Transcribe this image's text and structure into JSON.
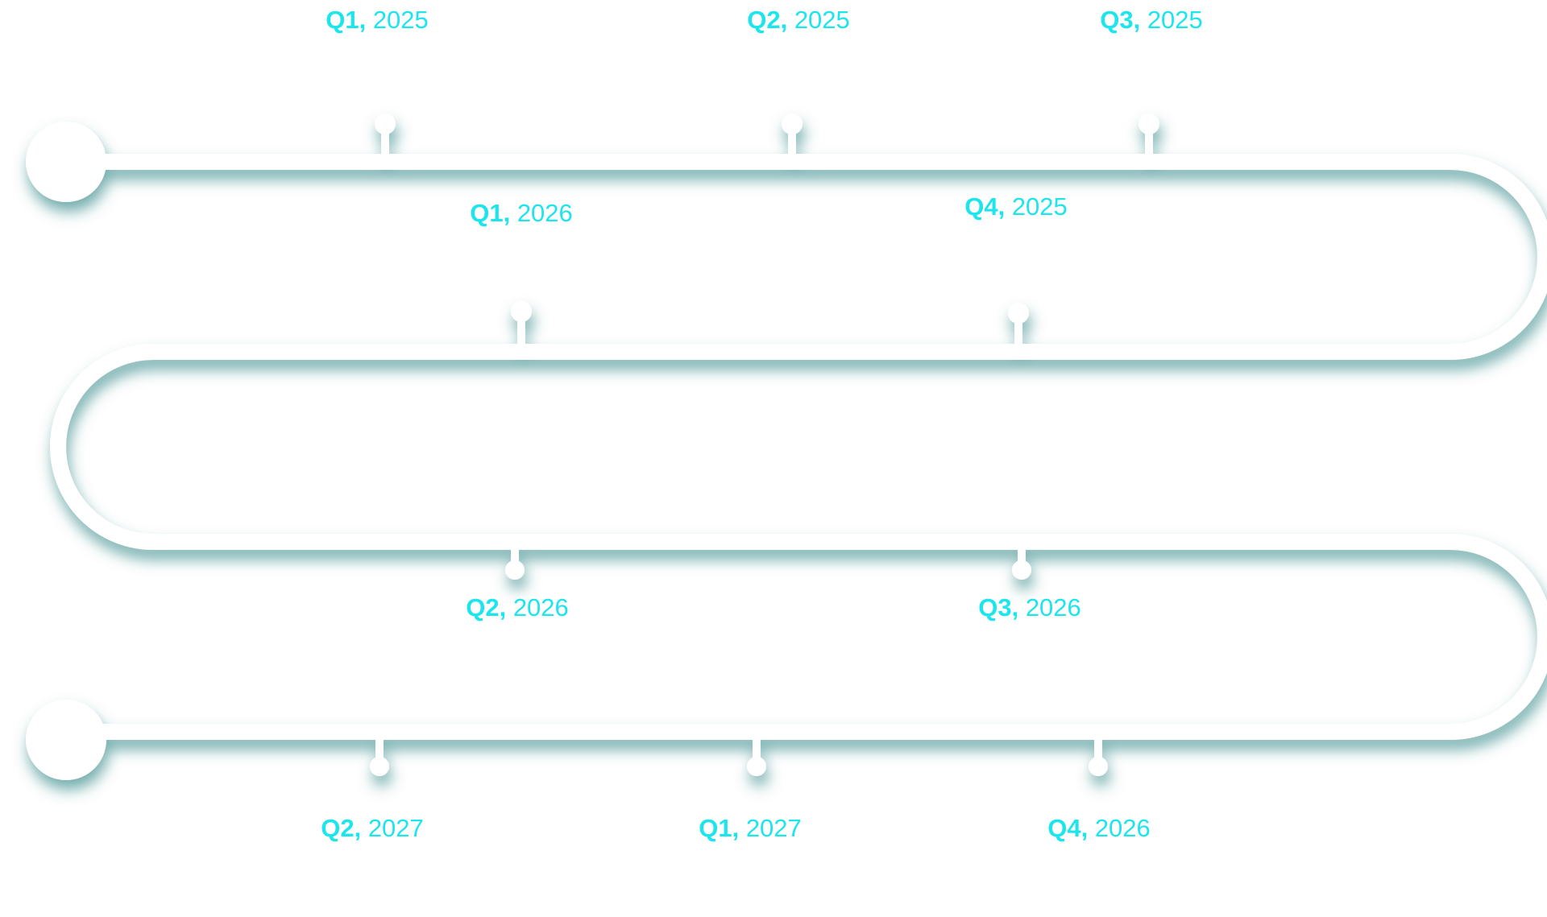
{
  "colors": {
    "label": "#1de5ec",
    "path": "#ffffff",
    "shadow": "#0c6a6a",
    "background": "#ffffff"
  },
  "milestones": [
    {
      "quarter": "Q1,",
      "year": "2025"
    },
    {
      "quarter": "Q2,",
      "year": "2025"
    },
    {
      "quarter": "Q3,",
      "year": "2025"
    },
    {
      "quarter": "Q4,",
      "year": "2025"
    },
    {
      "quarter": "Q1,",
      "year": "2026"
    },
    {
      "quarter": "Q2,",
      "year": "2026"
    },
    {
      "quarter": "Q3,",
      "year": "2026"
    },
    {
      "quarter": "Q4,",
      "year": "2026"
    },
    {
      "quarter": "Q1,",
      "year": "2027"
    },
    {
      "quarter": "Q2,",
      "year": "2027"
    }
  ]
}
